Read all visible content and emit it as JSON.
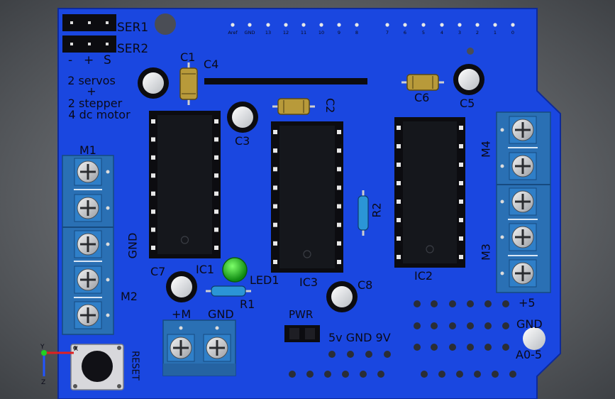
{
  "colors": {
    "background": "#6b6e72",
    "board": "#1a47e0",
    "board_edge": "#0e2a9a",
    "ic_body": "#101216",
    "terminal_block": "#2f7fc8",
    "led": "#19c21c",
    "cap_ceramic": "#b89a3a",
    "resistor": "#2b95d6"
  },
  "silkscreen": {
    "ser1": "SER1",
    "ser2": "SER2",
    "servo_pins": [
      "-",
      "+",
      "S"
    ],
    "description_lines": [
      "2 servos",
      "+",
      "2 stepper",
      "4 dc motor"
    ],
    "c1": "C1",
    "c4": "C4",
    "c2": "C2",
    "c3": "C3",
    "c5": "C5",
    "c6": "C6",
    "c7": "C7",
    "c8": "C8",
    "ic1": "IC1",
    "ic2": "IC2",
    "ic3": "IC3",
    "led1": "LED1",
    "r1": "R1",
    "r2": "R2",
    "m1": "M1",
    "m2": "M2",
    "m3": "M3",
    "m4": "M4",
    "gnd_left": "GND",
    "plus_m": "+M",
    "gnd_bottom": "GND",
    "pwr": "PWR",
    "pwr_values": "5v GND 9V",
    "plus5": "+5",
    "gnd_right": "GND",
    "a0_5": "A0-5",
    "reset": "RESET"
  },
  "header_pins": [
    "Aref",
    "GND",
    "13",
    "12",
    "11",
    "10",
    "9",
    "8",
    "7",
    "6",
    "5",
    "4",
    "3",
    "2",
    "1",
    "0"
  ],
  "axes": {
    "y": "Y",
    "z": "Z",
    "x": "X"
  }
}
